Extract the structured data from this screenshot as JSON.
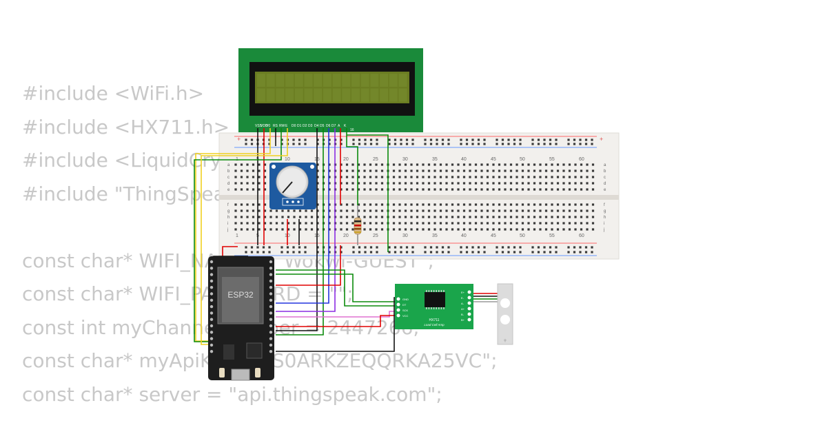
{
  "code_lines": [
    "#include <WiFi.h>",
    "#include <HX711.h>",
    "#include <LiquidCrystal_I2C.h>",
    "#include \"ThingSpeak.h\"",
    "",
    "const char* WIFI_NAME = \"Wokwi-GUEST\";",
    "const char* WIFI_PASSWORD = \"\";",
    "const int myChannelNumber = 2447266;",
    "const char* myApiKey = \"S0ARKZEQQRKA25VC\";",
    "const char* server = \"api.thingspeak.com\";"
  ],
  "lcd": {
    "pins": [
      "VSS",
      "VDD",
      "V0",
      "RS",
      "RW",
      "E",
      "D0",
      "D1",
      "D2",
      "D3",
      "D4",
      "D5",
      "D6",
      "D7",
      "A",
      "K"
    ],
    "pin_note": "16",
    "backlight_color": "#6b7d22"
  },
  "breadboard": {
    "column_numbers": [
      "1",
      "5",
      "10",
      "15",
      "20",
      "25",
      "30",
      "35",
      "40",
      "45",
      "50",
      "55",
      "60"
    ],
    "row_letters_top": [
      "a",
      "b",
      "c",
      "d",
      "e"
    ],
    "row_letters_bottom": [
      "f",
      "g",
      "h",
      "i",
      "j"
    ]
  },
  "esp32": {
    "label": "ESP32"
  },
  "hx711": {
    "pins": [
      "GND",
      "DT",
      "SCK",
      "VCC"
    ],
    "title": "HX711",
    "subtitle": "Load Cell Amp",
    "right_pins": [
      "E+",
      "E-",
      "A-",
      "A+",
      "B-",
      "B+"
    ]
  },
  "colors": {
    "lcd_board": "#1a8a3a",
    "hx_board": "#1aa54b",
    "esp_board": "#1e1e1e",
    "pot_board": "#1e5aa0",
    "wire_red": "#e00000",
    "wire_black": "#111111",
    "wire_green": "#0a8a0a",
    "wire_blue": "#2233dd",
    "wire_yellow": "#f0d020",
    "wire_purple": "#8a2be2",
    "wire_pink": "#e070d0",
    "code_text": "#c8c8c8"
  }
}
